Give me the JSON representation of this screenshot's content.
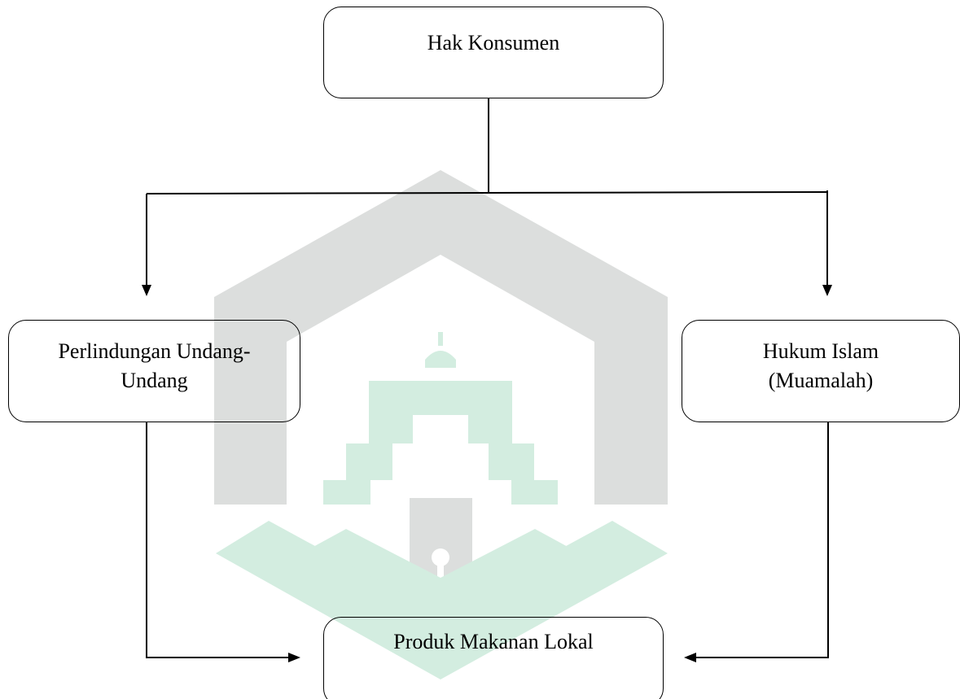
{
  "diagram": {
    "nodes": {
      "top": {
        "lines": [
          "Hak Konsumen"
        ]
      },
      "left": {
        "lines": [
          "Perlindungan Undang-",
          "Undang"
        ]
      },
      "right": {
        "lines": [
          "Hukum Islam",
          "(Muamalah)"
        ]
      },
      "bottom": {
        "lines": [
          "Produk Makanan Lokal"
        ]
      }
    },
    "edges": [
      {
        "from": "top",
        "to": "left"
      },
      {
        "from": "top",
        "to": "right"
      },
      {
        "from": "left",
        "to": "bottom"
      },
      {
        "from": "right",
        "to": "bottom"
      }
    ]
  },
  "watermark": {
    "type": "university-logo",
    "colors": {
      "gray": "#dcdedd",
      "green": "#d3ede0"
    }
  }
}
